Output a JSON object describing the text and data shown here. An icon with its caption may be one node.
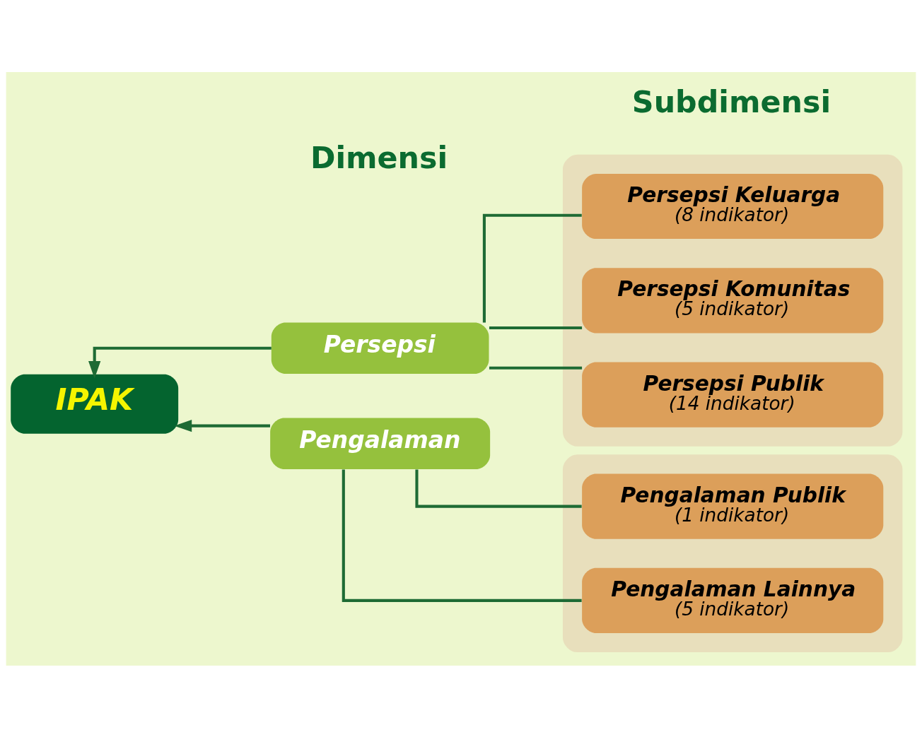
{
  "diagram": {
    "nodes": [
      {
        "text": [],
        "shape": "box"
      },
      {
        "text": [
          "Persepsi Keluarga",
          "(8 indikator)"
        ],
        "in": 0
      },
      {
        "text": [
          "Persepsi Komunitas",
          "(5 indikator)"
        ],
        "in": 0
      },
      {
        "text": [
          "Persepsi Publik",
          "(14 indikator)"
        ],
        "in": 0
      },
      {
        "text": [
          "Persepsi"
        ]
      },
      {
        "text": [
          "IPAK"
        ]
      },
      {
        "text": [
          "Pengalaman"
        ]
      },
      {
        "text": [],
        "shape": "box"
      },
      {
        "text": [
          "Pengalaman Publik",
          "(1 indikator)"
        ],
        "in": 7
      },
      {
        "text": [
          "Pengalaman Lainnya",
          "(5 indikator)"
        ],
        "in": 7
      }
    ],
    "edges": [
      {
        "from": 4,
        "to": 5,
        "arrow": "to"
      },
      {
        "from": 6,
        "to": 5,
        "arrow": "to"
      },
      {
        "from": 4,
        "to": 1,
        "arrow": "none"
      },
      {
        "from": 4,
        "to": 2,
        "arrow": "none"
      },
      {
        "from": 4,
        "to": 3,
        "arrow": "none"
      },
      {
        "from": 6,
        "to": 8,
        "arrow": "none"
      },
      {
        "from": 6,
        "to": 9,
        "arrow": "none"
      }
    ],
    "labels": [
      "Dimensi",
      "Subdimensi"
    ]
  }
}
